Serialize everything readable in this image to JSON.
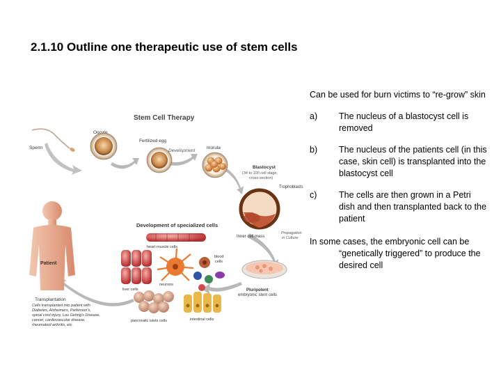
{
  "slide": {
    "title": "2.1.10 Outline one therapeutic use of stem cells"
  },
  "figure": {
    "heading": "Stem Cell Therapy",
    "labels": {
      "oocyte": "Oocyte",
      "sperm": "Sperm",
      "fertilized_egg": "Fertilized egg",
      "development": "Development",
      "morula": "morula",
      "blastocyst": "Blastocyst",
      "blastocyst_note_1": "(34 to 100 cell stage,",
      "blastocyst_note_2": "cross-section)",
      "trophoblasts": "Trophoblasts",
      "inner_cell_mass": "Inner cell mass",
      "propagation_1": "Propagation",
      "propagation_2": "in Culture",
      "specialized": "Development of specialized cells",
      "heart": "heart muscle cells",
      "blood_1": "blood",
      "blood_2": "cells",
      "liver": "liver cells",
      "neurons": "neurons",
      "pancreatic": "pancreatic islets cells",
      "intestinal": "intestinal cells",
      "pluripotent_1": "Pluripotent",
      "pluripotent_2": "embryonic stem cells",
      "patient": "Patient",
      "transplantation": "Transplantation",
      "transplant_notes": [
        "Cells transplanted into patient with",
        "Diabetes, Alzheimers, Parkinson's,",
        "spinal cord injury, Lou Gehrig's Disease,",
        "cancer, cardiovascular disease,",
        "rheumatoid arthritis, etc."
      ]
    }
  },
  "notes": {
    "intro": "Can be used for burn victims to “re-grow” skin",
    "steps": [
      {
        "mark": "a)",
        "text": "The nucleus of a blastocyst cell is removed"
      },
      {
        "mark": "b)",
        "text": "The nucleus of the patients cell (in this case, skin cell) is transplanted into the blastocyst cell"
      },
      {
        "mark": "c)",
        "text": "The cells are then grown in a Petri dish and then transplanted back to the patient"
      }
    ],
    "closing": "In some cases, the embryonic cell can be “genetically triggered” to produce the desired cell"
  },
  "colors": {
    "oocyte_fill": "#c8874a",
    "cell_cream": "#f3e6d2",
    "blastocyst_brown": "#8a4a22",
    "heart_red": "#d0494a",
    "patient_skin": "#e3a789",
    "arrow_gray": "#9a9a9a"
  }
}
